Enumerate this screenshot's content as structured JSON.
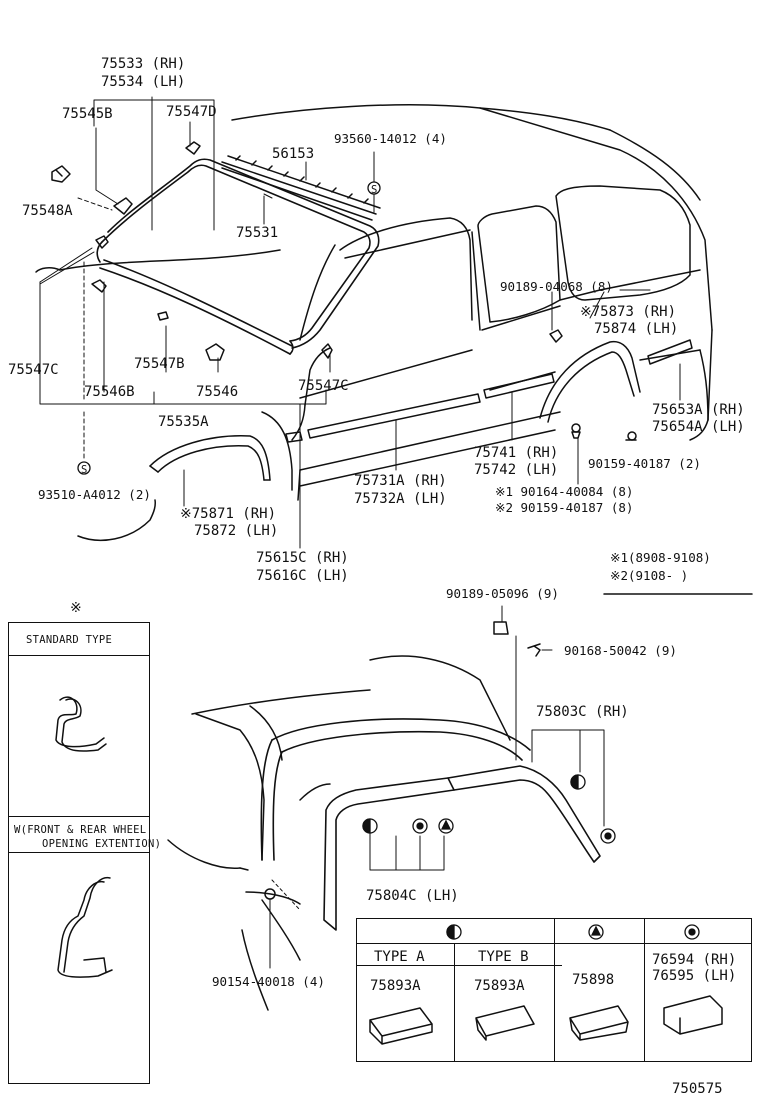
{
  "colors": {
    "ink": "#111111",
    "paper": "#ffffff"
  },
  "labels": {
    "p75533": "75533 (RH)",
    "p75534": "75534 (LH)",
    "p75545B": "75545B",
    "p75547D": "75547D",
    "p93560": "93560-14012 (4)",
    "p56153": "56153",
    "p75548A": "75548A",
    "p75531": "75531",
    "p75547C_left": "75547C",
    "p75546B": "75546B",
    "p75547B": "75547B",
    "p75546": "75546",
    "p75547C_right": "75547C",
    "p75535A": "75535A",
    "p93510": "93510-A4012 (2)",
    "p75871": "※75871 (RH)",
    "p75872": "75872 (LH)",
    "p75615C": "75615C (RH)",
    "p75616C": "75616C (LH)",
    "p75731A": "75731A (RH)",
    "p75732A": "75732A (LH)",
    "p75741": "75741 (RH)",
    "p75742": "75742 (LH)",
    "p90164": "※1 90164-40084 (8)",
    "p90159b": "※2 90159-40187 (8)",
    "p90189a": "90189-04068 (8)",
    "p75873": "※75873 (RH)",
    "p75874": "75874 (LH)",
    "p75653A": "75653A (RH)",
    "p75654A": "75654A (LH)",
    "p90159a": "90159-40187 (2)",
    "note1": "※1(8908-9108)",
    "note2": "※2(9108-      )",
    "p90189b": "90189-05096 (9)",
    "p90168": "90168-50042 (9)",
    "p75803C": "75803C (RH)",
    "p75804C": "75804C (LH)",
    "p90154": "90154-40018 (4)",
    "clip_s1": "S",
    "clip_s2": "S",
    "figure_no": "750575"
  },
  "legend_panel": {
    "mark": "※",
    "standard_type": "STANDARD TYPE",
    "w_line1": "W(FRONT & REAR WHEEL",
    "w_line2": "OPENING EXTENTION)"
  },
  "clip_table": {
    "type_a": "TYPE A",
    "type_b": "TYPE B",
    "col1_part": "75893A",
    "col2_part": "75893A",
    "col3_part": "75898",
    "col4_part_rh": "76594 (RH)",
    "col4_part_lh": "76595 (LH)"
  },
  "symbols": {
    "half_circle": "half-circle-symbol",
    "triangle": "triangle-in-circle-symbol",
    "dot": "dot-in-circle-symbol"
  }
}
